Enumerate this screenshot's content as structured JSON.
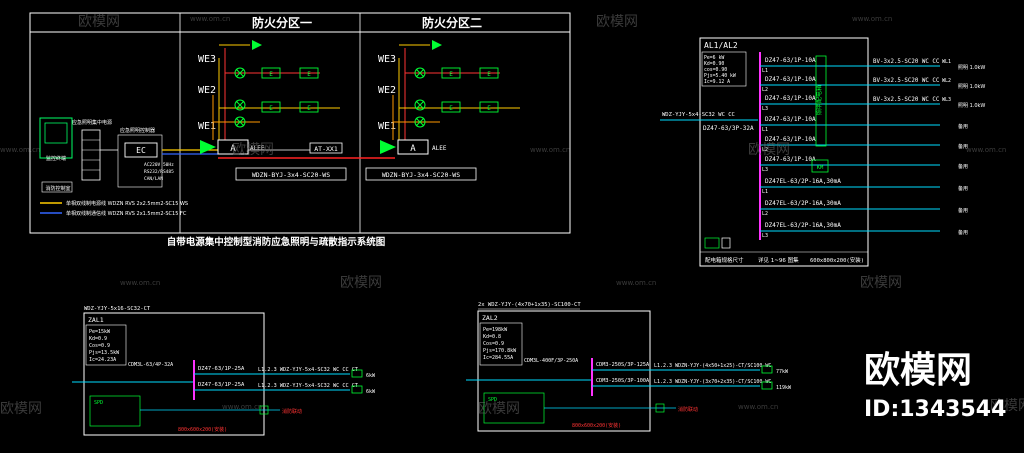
{
  "watermark": {
    "brand": "欧模网",
    "site": "www.om.cn",
    "id_label": "ID:1343544"
  },
  "panel_a": {
    "zone1": "防火分区一",
    "zone2": "防火分区二",
    "we_labels": [
      "WE3",
      "WE2",
      "WE1"
    ],
    "ctrl_label": "A",
    "ctrl_tag": "ALEE",
    "cable_1": "WDZN-BYJ-3x4-SC20-WS",
    "cable_2": "WDZN-BYJ-3x4-SC20-WS",
    "link_box": "AT-XX1",
    "host_box": "EC",
    "host_caption": "应急照明控制器",
    "host_note_1": "AC220V 50Hz",
    "host_note_2": "RS232/RS485",
    "host_note_3": "CAN/LAN",
    "left_caption": "应急照明集中电源",
    "left_sub_1": "消防控制室",
    "left_sub_2": "监控终端",
    "legend_1": "单相双线制电源线 WDZN RVS 2x2.5mm2-SC15 WS",
    "legend_2": "单相双线制通信线 WDZN RVS 2x1.5mm2-SC15 FC",
    "exit_sign": "E",
    "caption": "自带电源集中控制型消防应急照明与疏散指示系统图"
  },
  "panel_b": {
    "title": "AL1/AL2",
    "params": [
      "Pe=6 kW",
      "Kd=0.90",
      "cos=0.90",
      "Pjs=5.40 kW",
      "Ic=9.12 A"
    ],
    "incoming": "WDZ-YJY-5x4-SC32 WC CC",
    "main_breaker": "DZ47-63/3P-32A",
    "breakers": [
      "DZ47-63/1P-10A",
      "DZ47-63/1P-10A",
      "DZ47-63/1P-10A",
      "DZ47-63/1P-10A",
      "DZ47-63/1P-10A",
      "DZ47-63/1P-10A"
    ],
    "rcd_breakers": [
      "DZ47EL-63/2P-16A,30mA",
      "DZ47EL-63/2P-16A,30mA",
      "DZ47EL-63/2P-16A,30mA"
    ],
    "phases": [
      "L1",
      "L2",
      "L3",
      "L1",
      "L2",
      "L3",
      "L1",
      "L2",
      "L3"
    ],
    "out_cables": [
      "BV-3x2.5-SC20 WC CC",
      "BV-3x2.5-SC20 WC CC",
      "BV-3x2.5-SC20 WC CC"
    ],
    "circuit_ids": [
      "WL1",
      "WL2",
      "WL3"
    ],
    "loads": [
      "照明 1.0kW",
      "照明 1.0kW",
      "照明 1.0kW",
      "备用",
      "备用",
      "备用",
      "备用",
      "备用",
      "备用"
    ],
    "vertical_tag": "照明配电箱",
    "footer_1": "配电箱规格尺寸",
    "footer_2": "600x800x200(安装)",
    "footer_mid": "详见 1~96 图集",
    "contactor": "KM"
  },
  "panel_c": {
    "header_cable": "WDZ-YJY-5x16-SC32-CT",
    "tag": "ZAL1",
    "params": [
      "Pe=15kW",
      "Kd=0.9",
      "Cos=0.9",
      "Pjs=13.5kW",
      "Ic=24.23A"
    ],
    "main_breaker": "CDM3L-63/4P-32A",
    "br_1": "DZ47-63/1P-25A",
    "br_2": "DZ47-63/1P-25A",
    "out_1": "L1.2.3 WDZ-YJY-5x4-SC32 WC CC CT",
    "out_2": "L1.2.3 WDZ-YJY-5x4-SC32 WC CC CT",
    "load_1": "6kW",
    "load_2": "6kW",
    "spd": "SPD",
    "note_red": "消防联动",
    "size": "800x600x200(安装)"
  },
  "panel_d": {
    "header_cable": "2x WDZ-YJY-(4x70+1x35)-SC100-CT",
    "tag": "ZAL2",
    "params": [
      "Pe=198kW",
      "Kd=0.8",
      "Cos=0.9",
      "Pjs=170.8kW",
      "Ic=284.55A"
    ],
    "main_breaker": "CDM3L-400F/3P-250A",
    "br_1": "CDM3-250S/3P-125A",
    "br_2": "CDM3-250S/3P-100A",
    "out_1": "L1.2.3 WDZN-YJY-(4x50+1x25)-CT/SC100-WC",
    "out_2": "L1.2.3 WDZN-YJY-(3x70+2x35)-CT/SC100-WC",
    "load_1": "77kW",
    "load_2": "119kW",
    "spd": "SPD",
    "note_red": "消防联动",
    "size": "800x600x200(安装)"
  }
}
